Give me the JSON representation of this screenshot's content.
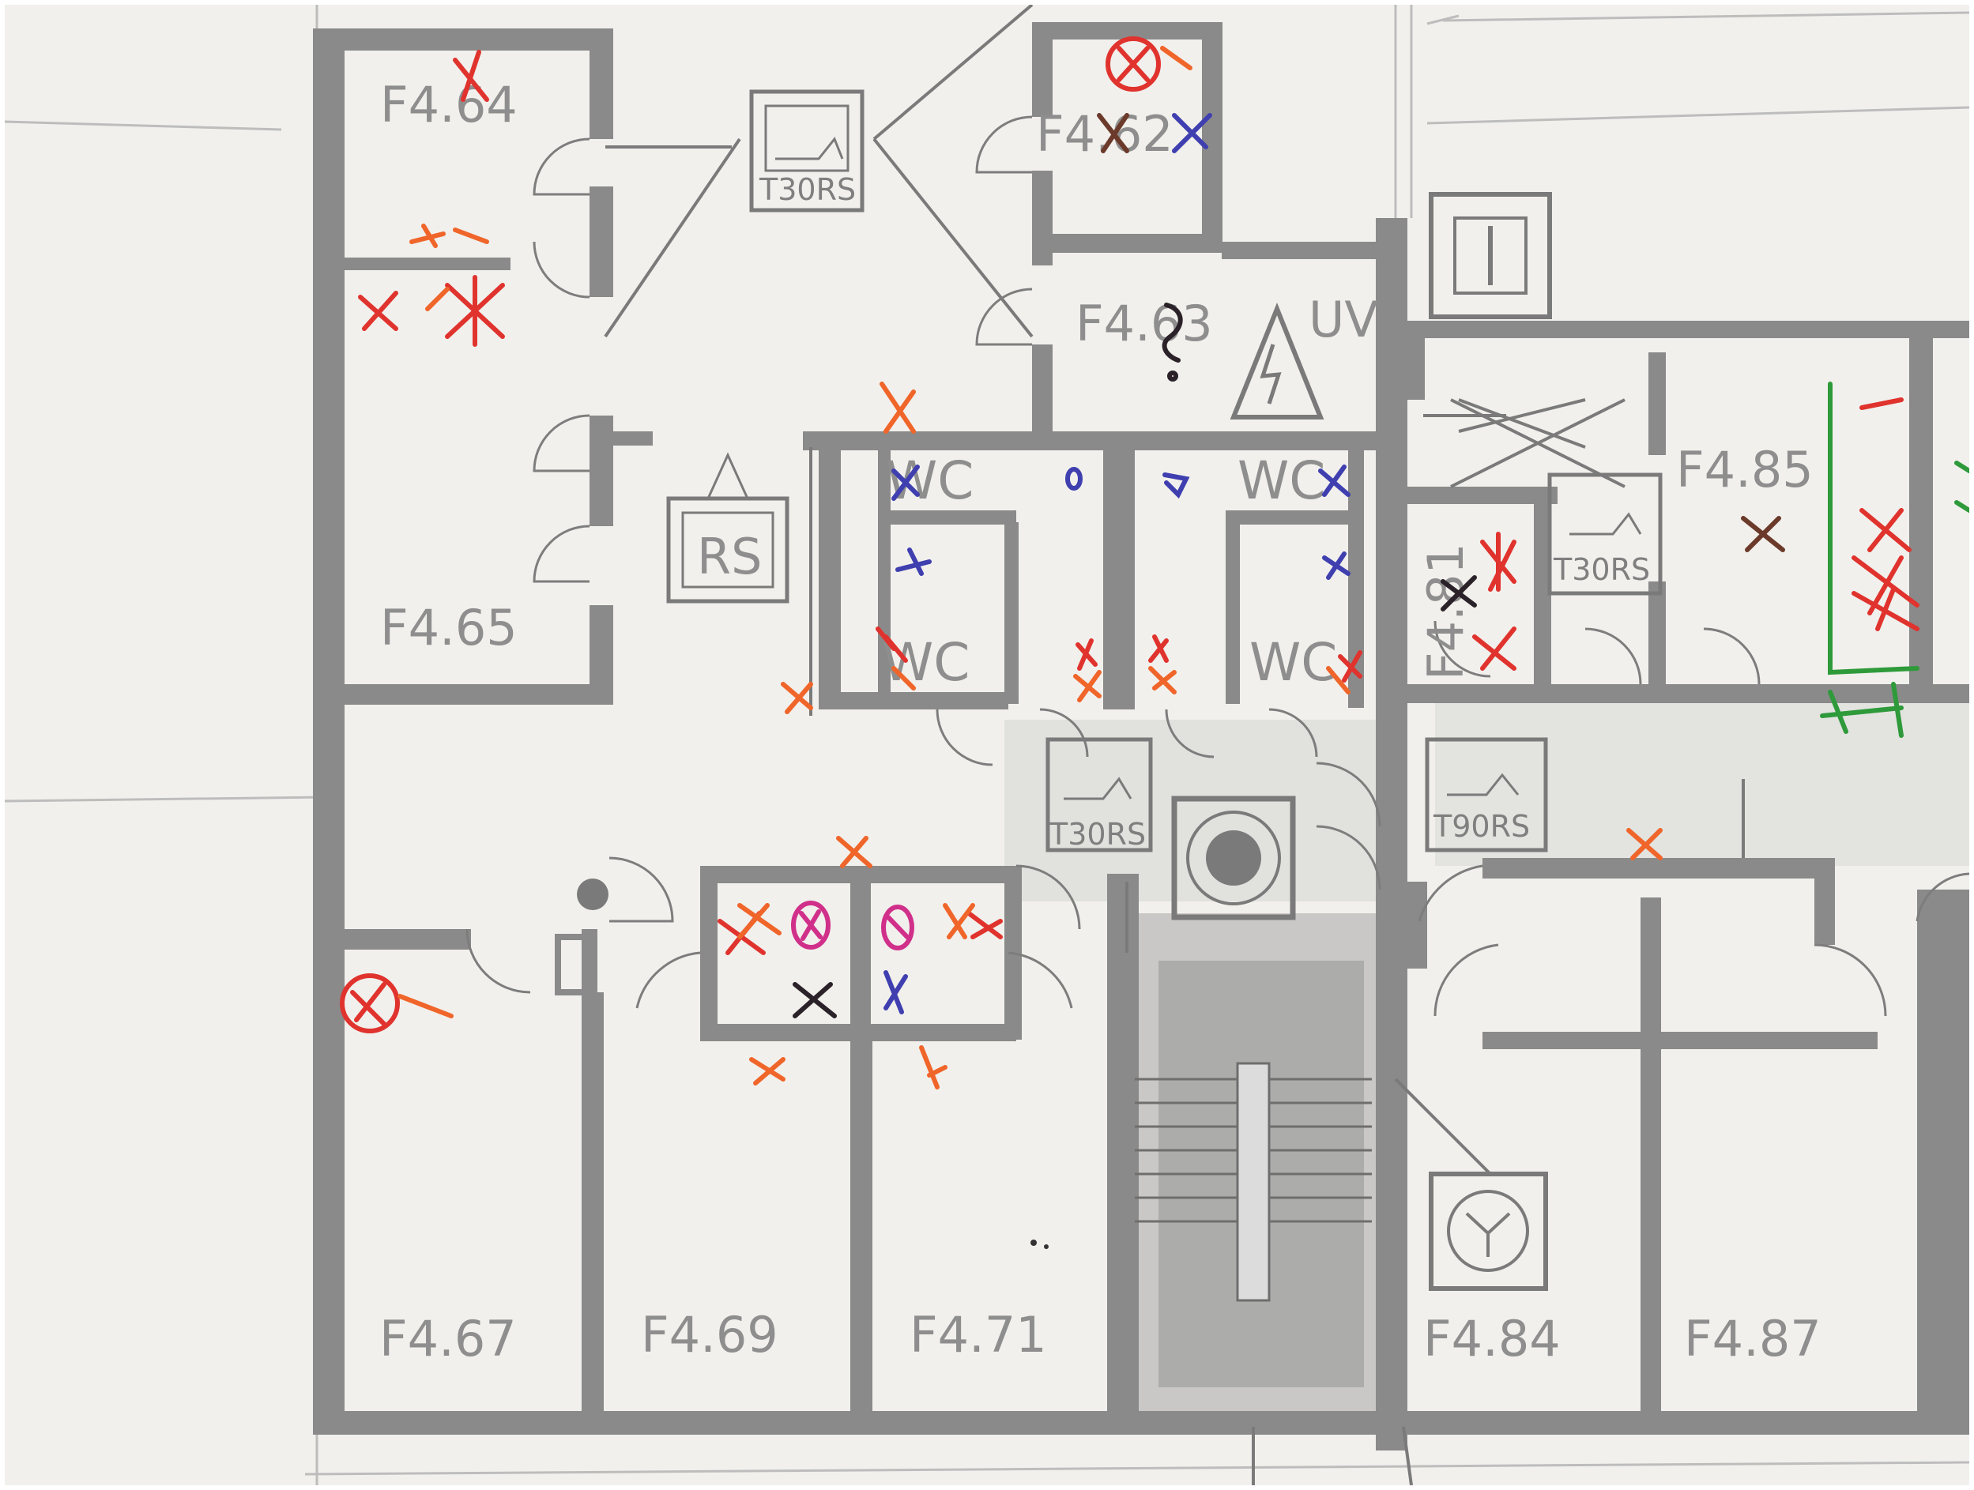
{
  "rooms": {
    "r6464": "F4.64",
    "r6465": "F4.65",
    "r6462": "F4.62",
    "r6463": "F4.63",
    "r6467": "F4.67",
    "r6469": "F4.69",
    "r6471": "F4.71",
    "r6484": "F4.84",
    "r6487": "F4.87",
    "r6485": "F4.85",
    "r6481": "F4.81"
  },
  "labels": {
    "wc": "WC",
    "uv": "UV",
    "rs": "RS",
    "t30rs": "T30RS",
    "t90rs": "T90RS"
  },
  "colors": {
    "sheet": "#f1f0ec",
    "wall": "#8a8a8a",
    "red": "#e0332e",
    "orange": "#f0652a",
    "blue": "#3f3fb0",
    "black": "#2a2228",
    "brown": "#6b3a2a",
    "magenta": "#d0308a",
    "green": "#2e9a3a"
  },
  "icons": {
    "fire_door": "fire-damper-symbol",
    "high_voltage": "high-voltage-warning-icon",
    "elevator": "elevator-icon",
    "shaft": "shaft-symbol",
    "fan": "fan-unit-icon"
  }
}
